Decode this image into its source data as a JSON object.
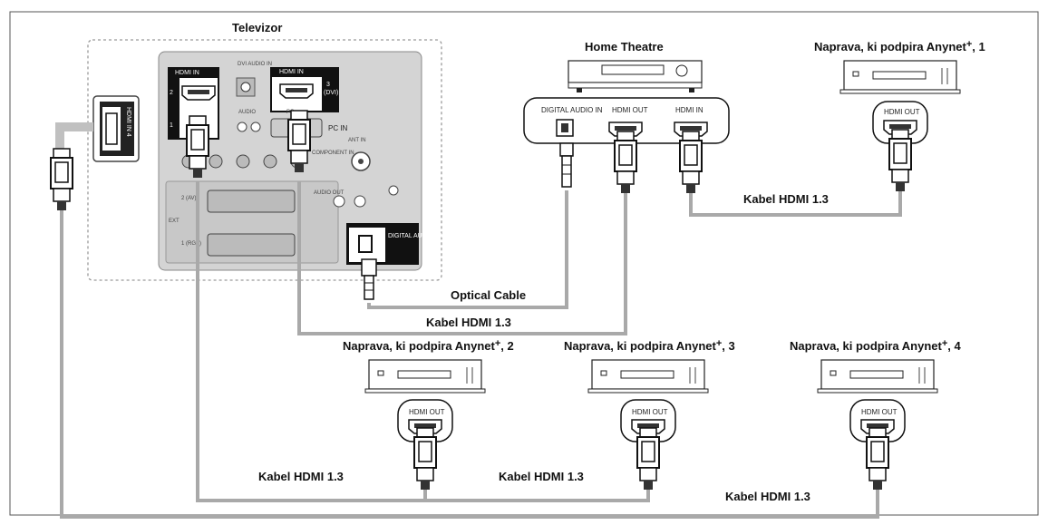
{
  "labels": {
    "tv": "Televizor",
    "home_theatre": "Home Theatre",
    "device1": "Naprava, ki podpira Anynet",
    "device1_num": ", 1",
    "device2": "Naprava, ki podpira Anynet",
    "device2_num": ", 2",
    "device3": "Naprava, ki podpira Anynet",
    "device3_num": ", 3",
    "device4": "Naprava, ki podpira Anynet",
    "device4_num": ", 4",
    "plus": "+",
    "optical_cable": "Optical Cable",
    "kabel_ht_tv": "Kabel HDMI 1.3",
    "kabel_ht_dev1": "Kabel HDMI 1.3",
    "kabel_dev2_dev3_a": "Kabel HDMI 1.3",
    "kabel_dev2_dev3_b": "Kabel HDMI 1.3",
    "kabel_dev4": "Kabel HDMI 1.3"
  },
  "tv_panel": {
    "hdmi_in_a": "HDMI IN",
    "hdmi_in_b": "HDMI IN",
    "hdmi_in_4": "HDMI IN 4",
    "dvi_audio_in": "DVI AUDIO IN",
    "port_2": "2",
    "port_1": "1",
    "port_3": "3",
    "dvi": "(DVI)",
    "audio": "AUDIO",
    "pc": "PC",
    "pc_in": "PC IN",
    "ant_in": "ANT IN",
    "component_in": "COMPONENT IN",
    "ext": "EXT",
    "av": "2 (AV)",
    "rgb": "1 (RGB)",
    "audio_out": "AUDIO OUT",
    "digital_audio_out": "DIGITAL AUDIO OUT (OPTICAL)"
  },
  "ht_panel": {
    "digital_audio_in": "DIGITAL AUDIO IN",
    "hdmi_out": "HDMI OUT",
    "hdmi_in": "HDMI IN"
  },
  "devices": {
    "hdmi_out_1": "HDMI OUT",
    "hdmi_out_2": "HDMI OUT",
    "hdmi_out_3": "HDMI OUT",
    "hdmi_out_4": "HDMI OUT"
  }
}
